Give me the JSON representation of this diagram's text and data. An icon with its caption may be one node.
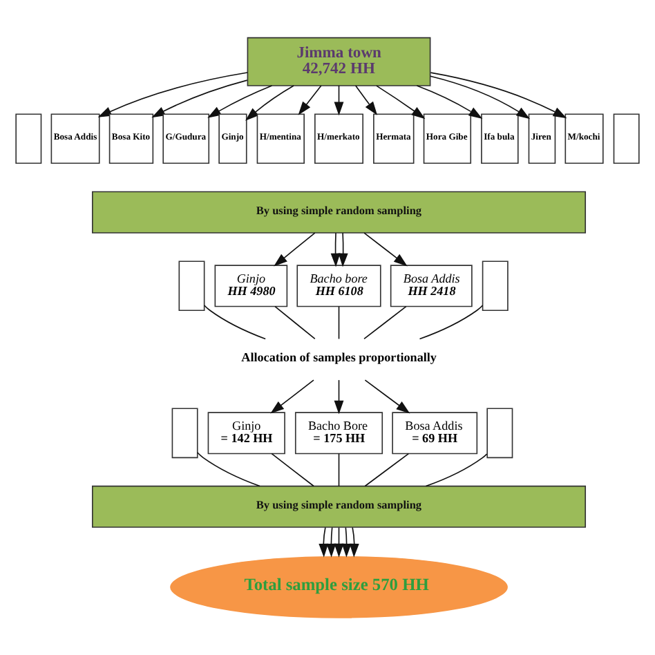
{
  "diagram": {
    "nodes": [
      {
        "text": [
          "Jimma town",
          "42,742 HH"
        ]
      },
      {
        "text": [],
        "shape": "box"
      },
      {
        "text": [
          "Bosa Addis"
        ]
      },
      {
        "text": [
          "Bosa Kito"
        ]
      },
      {
        "text": [
          "G/Gudura"
        ]
      },
      {
        "text": [
          "Ginjo"
        ]
      },
      {
        "text": [
          "H/mentina"
        ]
      },
      {
        "text": [
          "H/merkato"
        ]
      },
      {
        "text": [
          "Hermata"
        ]
      },
      {
        "text": [
          "Hora Gibe"
        ]
      },
      {
        "text": [
          "Ifa bula"
        ]
      },
      {
        "text": [
          "Jiren"
        ]
      },
      {
        "text": [
          "M/kochi"
        ]
      },
      {
        "text": [],
        "shape": "box"
      },
      {
        "text": [
          "By using simple random sampling"
        ]
      },
      {
        "text": [],
        "shape": "box"
      },
      {
        "text": [
          "Ginjo",
          "HH 4980"
        ]
      },
      {
        "text": [
          "Bacho bore",
          "HH 6108"
        ]
      },
      {
        "text": [
          "Bosa Addis",
          "HH 2418"
        ]
      },
      {
        "text": [],
        "shape": "box"
      },
      {
        "text": [
          "Allocation of samples proportionally"
        ]
      },
      {
        "text": [],
        "shape": "box"
      },
      {
        "text": [
          "Ginjo",
          "= 142 HH"
        ]
      },
      {
        "text": [
          "Bacho Bore",
          "= 175 HH"
        ]
      },
      {
        "text": [
          "Bosa Addis",
          "= 69 HH"
        ]
      },
      {
        "text": [],
        "shape": "box"
      },
      {
        "text": [
          "By using simple random sampling"
        ]
      },
      {
        "text": [
          "Total sample size 570 HH"
        ]
      }
    ],
    "edges": [
      {
        "from": 0,
        "to": 2,
        "arrow": "to"
      },
      {
        "from": 0,
        "to": 3,
        "arrow": "to"
      },
      {
        "from": 0,
        "to": 4,
        "arrow": "to"
      },
      {
        "from": 0,
        "to": 5,
        "arrow": "to"
      },
      {
        "from": 0,
        "to": 6,
        "arrow": "to"
      },
      {
        "from": 0,
        "to": 7,
        "arrow": "to"
      },
      {
        "from": 0,
        "to": 8,
        "arrow": "to"
      },
      {
        "from": 0,
        "to": 9,
        "arrow": "to"
      },
      {
        "from": 0,
        "to": 10,
        "arrow": "to"
      },
      {
        "from": 0,
        "to": 11,
        "arrow": "to"
      },
      {
        "from": 0,
        "to": 12,
        "arrow": "to"
      },
      {
        "from": 14,
        "to": 16,
        "arrow": "to"
      },
      {
        "from": 14,
        "to": 17,
        "arrow": "to"
      },
      {
        "from": 14,
        "to": 17,
        "arrow": "to"
      },
      {
        "from": 14,
        "to": 18,
        "arrow": "to"
      },
      {
        "from": 15,
        "to": 20,
        "arrow": "none"
      },
      {
        "from": 16,
        "to": 20,
        "arrow": "none"
      },
      {
        "from": 17,
        "to": 20,
        "arrow": "none"
      },
      {
        "from": 18,
        "to": 20,
        "arrow": "none"
      },
      {
        "from": 19,
        "to": 20,
        "arrow": "none"
      },
      {
        "from": 20,
        "to": 22,
        "arrow": "to"
      },
      {
        "from": 20,
        "to": 23,
        "arrow": "to"
      },
      {
        "from": 20,
        "to": 24,
        "arrow": "to"
      },
      {
        "from": 21,
        "to": 26,
        "arrow": "none"
      },
      {
        "from": 22,
        "to": 26,
        "arrow": "none"
      },
      {
        "from": 23,
        "to": 26,
        "arrow": "none"
      },
      {
        "from": 24,
        "to": 26,
        "arrow": "none"
      },
      {
        "from": 25,
        "to": 26,
        "arrow": "none"
      },
      {
        "from": 26,
        "to": 27,
        "arrow": "to"
      },
      {
        "from": 26,
        "to": 27,
        "arrow": "to"
      },
      {
        "from": 26,
        "to": 27,
        "arrow": "to"
      },
      {
        "from": 26,
        "to": 27,
        "arrow": "to"
      },
      {
        "from": 26,
        "to": 27,
        "arrow": "to"
      }
    ]
  }
}
